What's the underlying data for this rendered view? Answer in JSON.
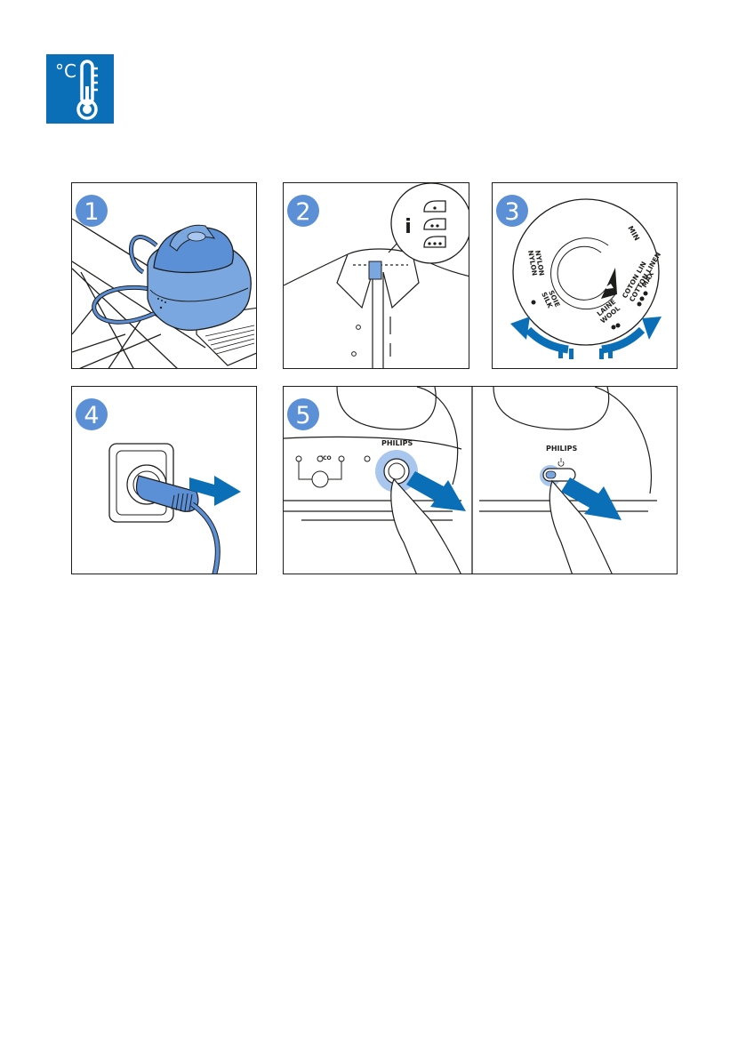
{
  "header_icon": {
    "name": "temperature-icon",
    "unit_text": "°C",
    "bg_color": "#0b6fb8"
  },
  "steps": [
    {
      "number": "1"
    },
    {
      "number": "2",
      "info_symbol": "i"
    },
    {
      "number": "3",
      "dial_labels": {
        "min": "MIN",
        "nylon_fr": "NYLON",
        "nylon_en": "NYLON",
        "silk_fr": "SOIE",
        "silk_en": "SILK",
        "wool_fr": "LAINE",
        "wool_en": "WOOL",
        "cotton_fr": "COTON LIN",
        "cotton_en": "COTTON LINEN",
        "max": "MAX"
      }
    },
    {
      "number": "4"
    },
    {
      "number": "5",
      "brand_left": "PHILIPS",
      "eco_label": "ECO",
      "brand_right": "PHILIPS"
    }
  ],
  "colors": {
    "accent_blue": "#0b6fb8",
    "badge_blue": "#5b8fd6",
    "light_blue": "#7aa7e0",
    "line": "#1d1d1b"
  }
}
